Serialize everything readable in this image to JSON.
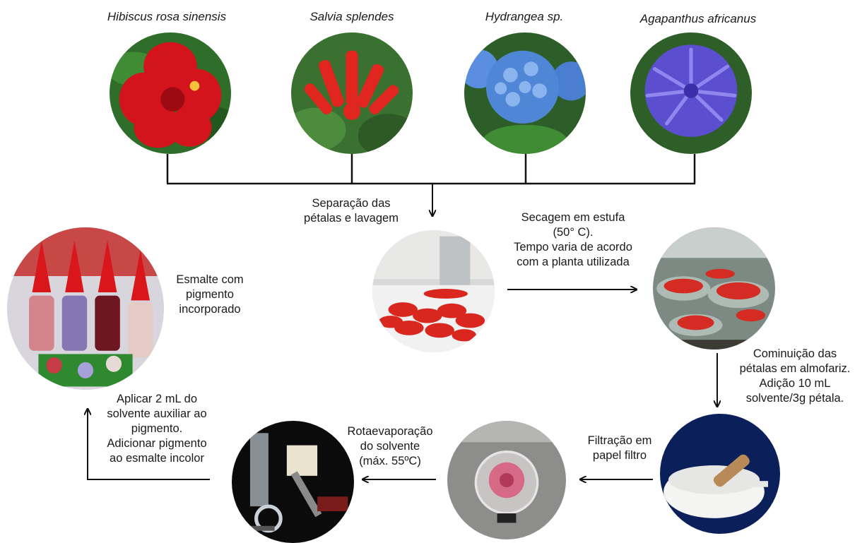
{
  "species": {
    "hibiscus": "Hibiscus rosa sinensis",
    "salvia": "Salvia splendes",
    "hydrangea": "Hydrangea sp.",
    "agapanthus": "Agapanthus africanus"
  },
  "steps": {
    "separacao": [
      "Separação das",
      "pétalas e lavagem"
    ],
    "secagem": [
      "Secagem em estufa",
      "(50° C).",
      "Tempo varia de acordo",
      "com a planta utilizada"
    ],
    "cominuicao": [
      "Cominuição das",
      "pétalas em almofariz.",
      "Adição 10 mL",
      "solvente/3g pétala."
    ],
    "filtracao": [
      "Filtração em",
      "papel filtro"
    ],
    "rotaevaporacao": [
      "Rotaevaporação",
      "do solvente",
      "(máx. 55ºC)"
    ],
    "aplicar": [
      "Aplicar 2 mL do",
      "solvente auxiliar ao",
      "pigmento.",
      "Adicionar pigmento",
      "ao esmalte incolor"
    ],
    "esmalte": [
      "Esmalte com",
      "pigmento",
      "incorporado"
    ]
  },
  "colors": {
    "hibiscus_red": "#d4141c",
    "salvia_red": "#e0261e",
    "hydrangea_blue": "#4f86d6",
    "agapanthus_violet": "#5b4fd0",
    "leaf_green": "#2f6e2a",
    "arrow": "#111111"
  }
}
